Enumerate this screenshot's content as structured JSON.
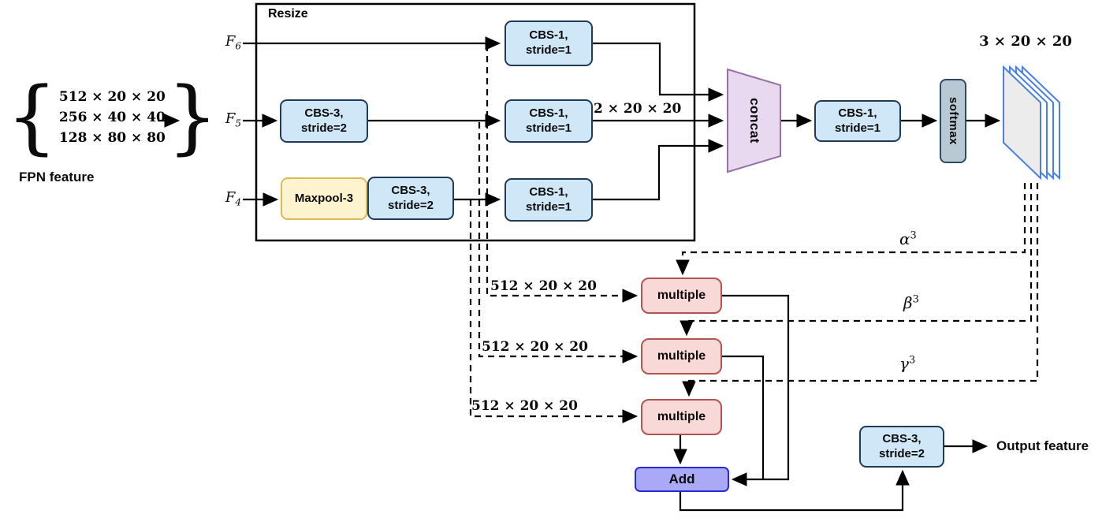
{
  "colors": {
    "cbs_fill": "#cfe7f7",
    "cbs_border": "#203b57",
    "maxpool_fill": "#fdf3cf",
    "maxpool_border": "#d9bb56",
    "concat_fill": "#e9d9f0",
    "concat_border": "#9673a6",
    "softmax_fill": "#b8c9d4",
    "softmax_border": "#2c4a63",
    "multiple_fill": "#f9d8d8",
    "multiple_border": "#b05552",
    "add_fill": "#a9a9f5",
    "add_border": "#2a2ad4",
    "stack_stroke": "#4a80e0",
    "stack_front_fill": "#ececec",
    "line_color": "#000000"
  },
  "fpn": {
    "brace_left": "{",
    "brace_right": "}",
    "lines": [
      "512 × 20 × 20",
      "256 × 40 × 40",
      "128 × 80 × 80"
    ],
    "caption": "FPN feature"
  },
  "resize": {
    "title": "Resize",
    "inputs": [
      {
        "base": "F",
        "sub": "6"
      },
      {
        "base": "F",
        "sub": "5"
      },
      {
        "base": "F",
        "sub": "4"
      }
    ]
  },
  "boxes": {
    "cbs1_a": "CBS-1,\nstride=1",
    "cbs1_b": "CBS-1,\nstride=1",
    "cbs1_c": "CBS-1,\nstride=1",
    "cbs3_a": "CBS-3,\nstride=2",
    "maxpool": "Maxpool-3",
    "cbs3_b": "CBS-3,\nstride=2",
    "concat": "concat",
    "cbs1_d": "CBS-1,\nstride=1",
    "softmax": "softmax",
    "multiple_1": "multiple",
    "multiple_2": "multiple",
    "multiple_3": "multiple",
    "add": "Add",
    "cbs3_out": "CBS-3,\nstride=2"
  },
  "dims": {
    "concat_in": "2 × 20 × 20",
    "softmax_out": "3 × 20 × 20",
    "mult_1": "512 × 20 × 20",
    "mult_2": "512 × 20 × 20",
    "mult_3": "512 × 20 × 20"
  },
  "weights": [
    {
      "base": "α",
      "sup": "3"
    },
    {
      "base": "β",
      "sup": "3"
    },
    {
      "base": "γ",
      "sup": "3"
    }
  ],
  "output_label": "Output feature"
}
